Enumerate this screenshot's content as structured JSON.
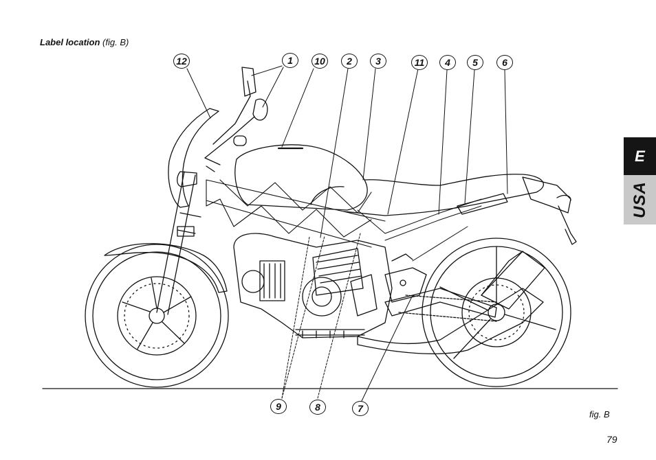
{
  "heading": {
    "title": "Label location",
    "reference": "(fig. B)"
  },
  "side_tab": {
    "language": "E",
    "region": "USA"
  },
  "callouts": [
    "12",
    "1",
    "10",
    "2",
    "3",
    "11",
    "4",
    "5",
    "6",
    "9",
    "8",
    "7"
  ],
  "figure_caption": "fig. B",
  "page_number": "79"
}
